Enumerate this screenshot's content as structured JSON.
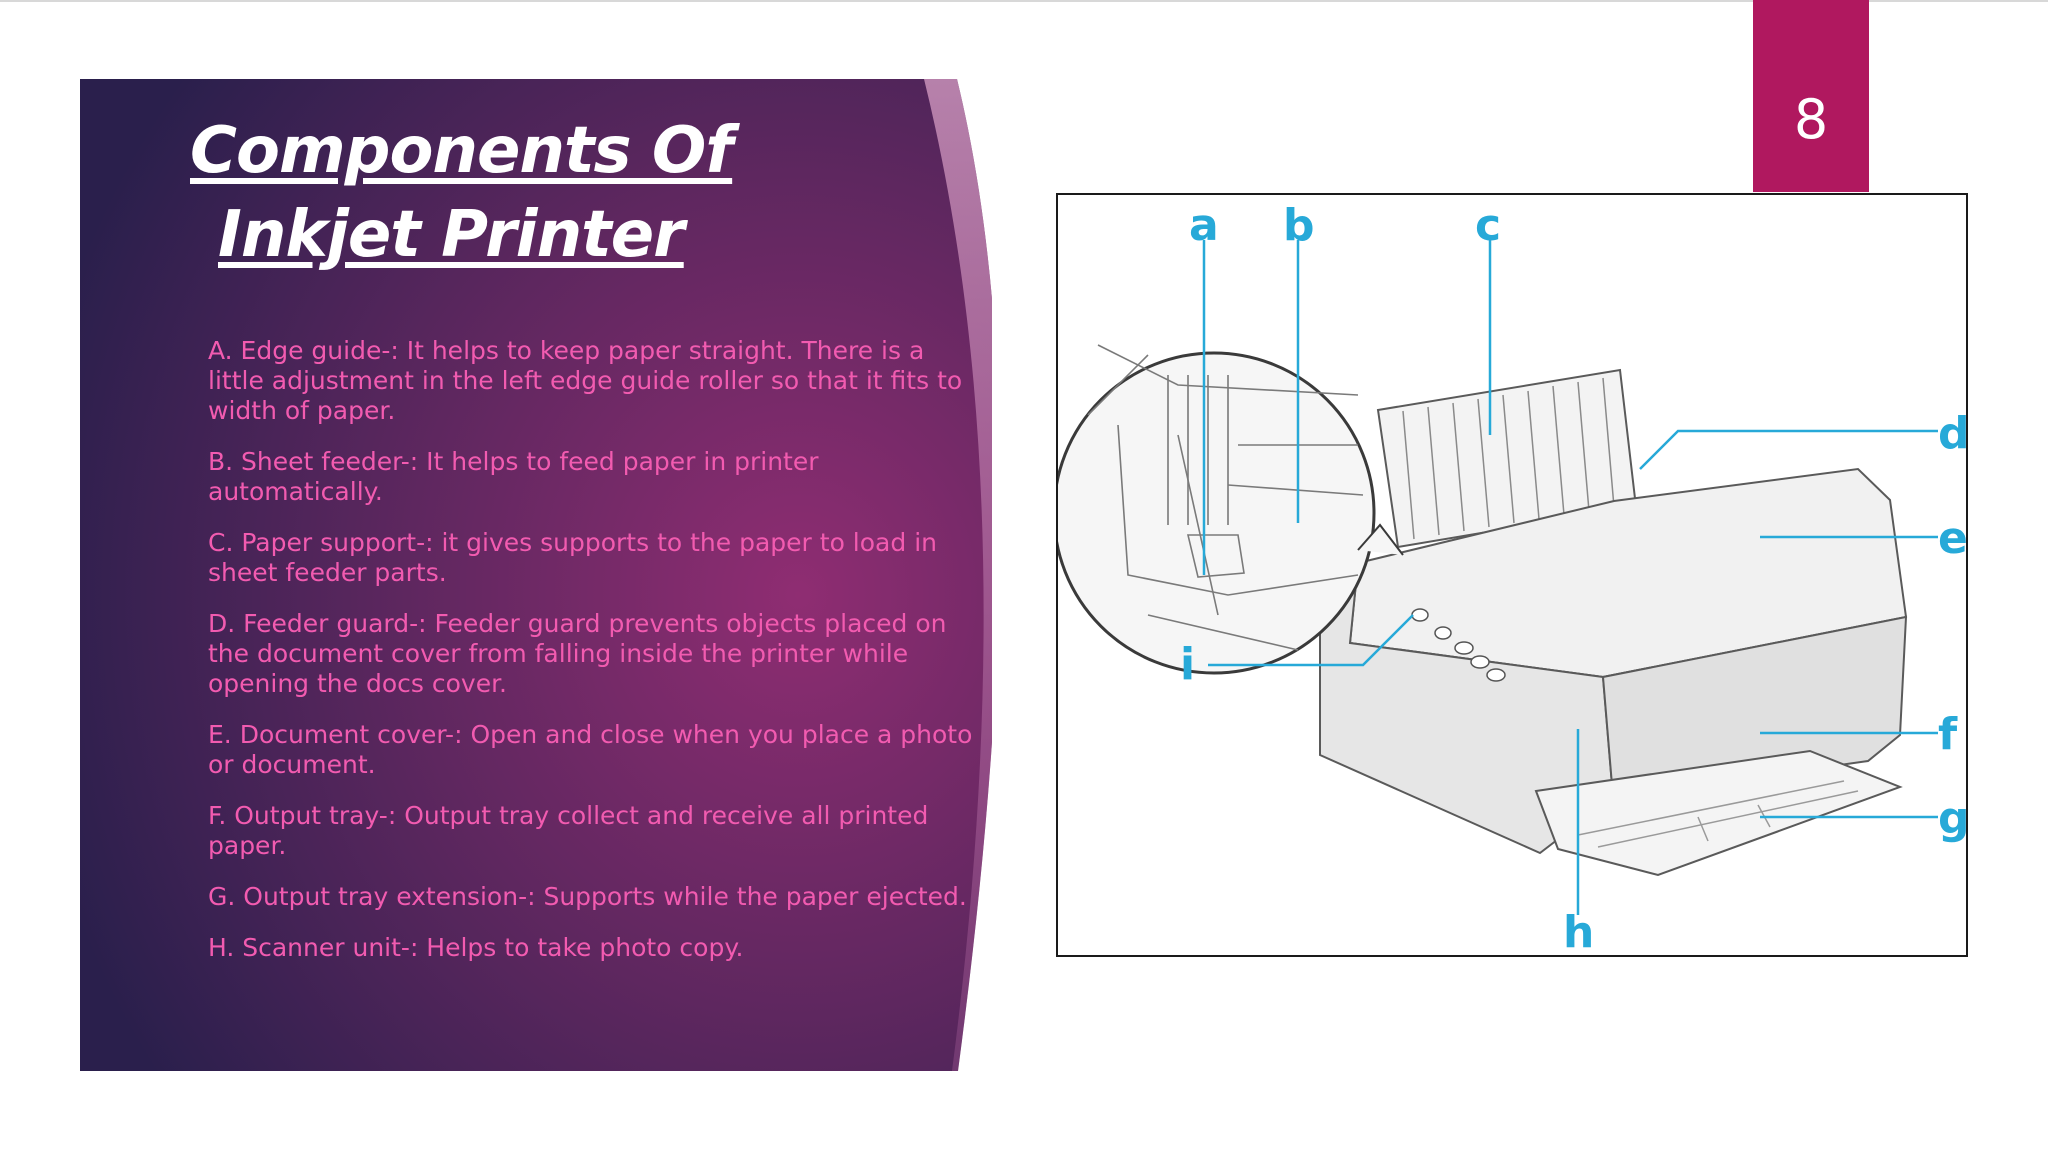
{
  "slide": {
    "page_number": "8",
    "title_line1": "Components Of",
    "title_line2": "Inkjet Printer"
  },
  "items": [
    "A. Edge guide-: It helps to keep paper straight. There is a little adjustment in the left edge guide roller so that it fits to width of paper.",
    "B. Sheet feeder-: It helps to feed paper in printer automatically.",
    "C. Paper support-: it gives supports to the paper to load in sheet feeder parts.",
    "D. Feeder guard-:  Feeder guard prevents objects placed on the document cover from falling inside the printer while opening the docs cover.",
    "E. Document cover-: Open and close when you place a photo or document.",
    "F. Output tray-: Output tray collect and receive all printed paper.",
    "G. Output tray extension-: Supports while the paper ejected.",
    "H. Scanner unit-: Helps to take photo copy."
  ],
  "diagram": {
    "callouts": {
      "a": "a",
      "b": "b",
      "c": "c",
      "d": "d",
      "e": "e",
      "f": "f",
      "g": "g",
      "h": "h",
      "i": "i"
    }
  },
  "colors": {
    "panel_dark": "#2b1f4e",
    "panel_light": "#8a2c6e",
    "text_pink": "#f25bb0",
    "tab_magenta": "#b0185f",
    "callout_blue": "#27a9d8"
  }
}
